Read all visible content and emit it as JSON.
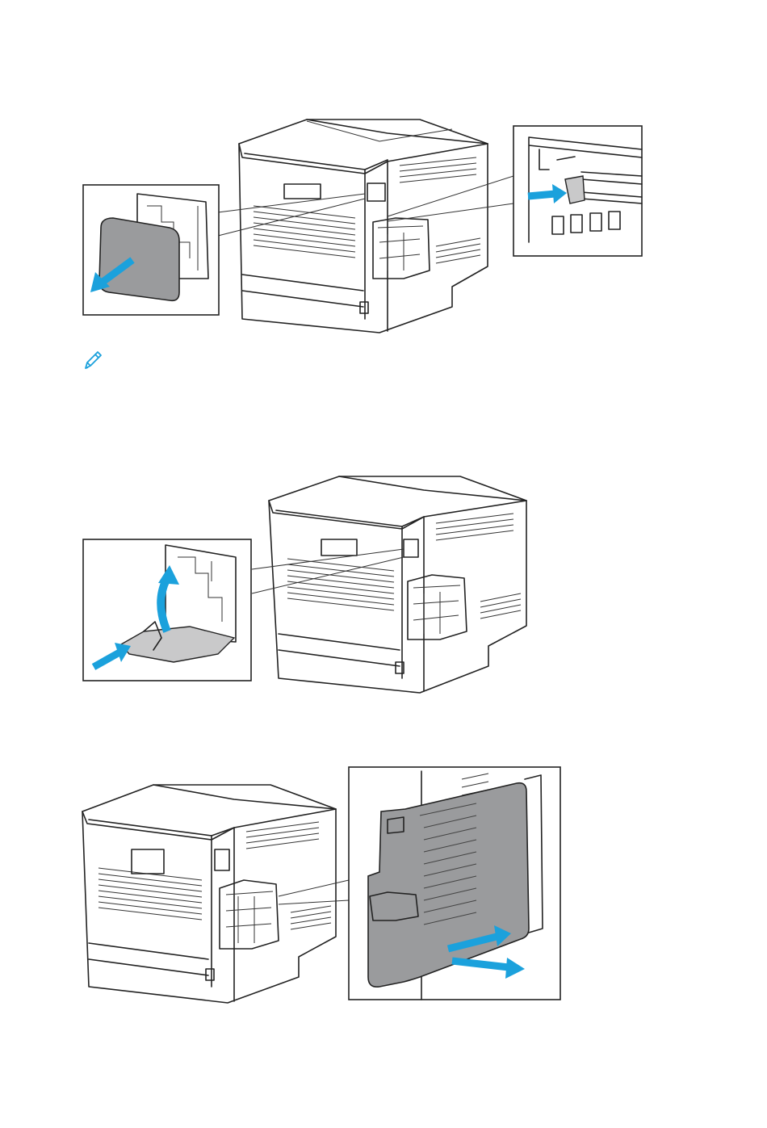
{
  "page": {
    "figures": [
      {
        "id": "figure-1",
        "content": "printer-rear-with-two-callouts"
      },
      {
        "id": "figure-2",
        "content": "printer-rear-with-one-callout"
      },
      {
        "id": "figure-3",
        "content": "printer-rear-with-side-cover-callout"
      }
    ],
    "note_icon": "pencil-note-icon",
    "colors": {
      "arrow": "#1ba1dc",
      "cover_grey": "#9a9b9d",
      "line": "#222222"
    }
  }
}
